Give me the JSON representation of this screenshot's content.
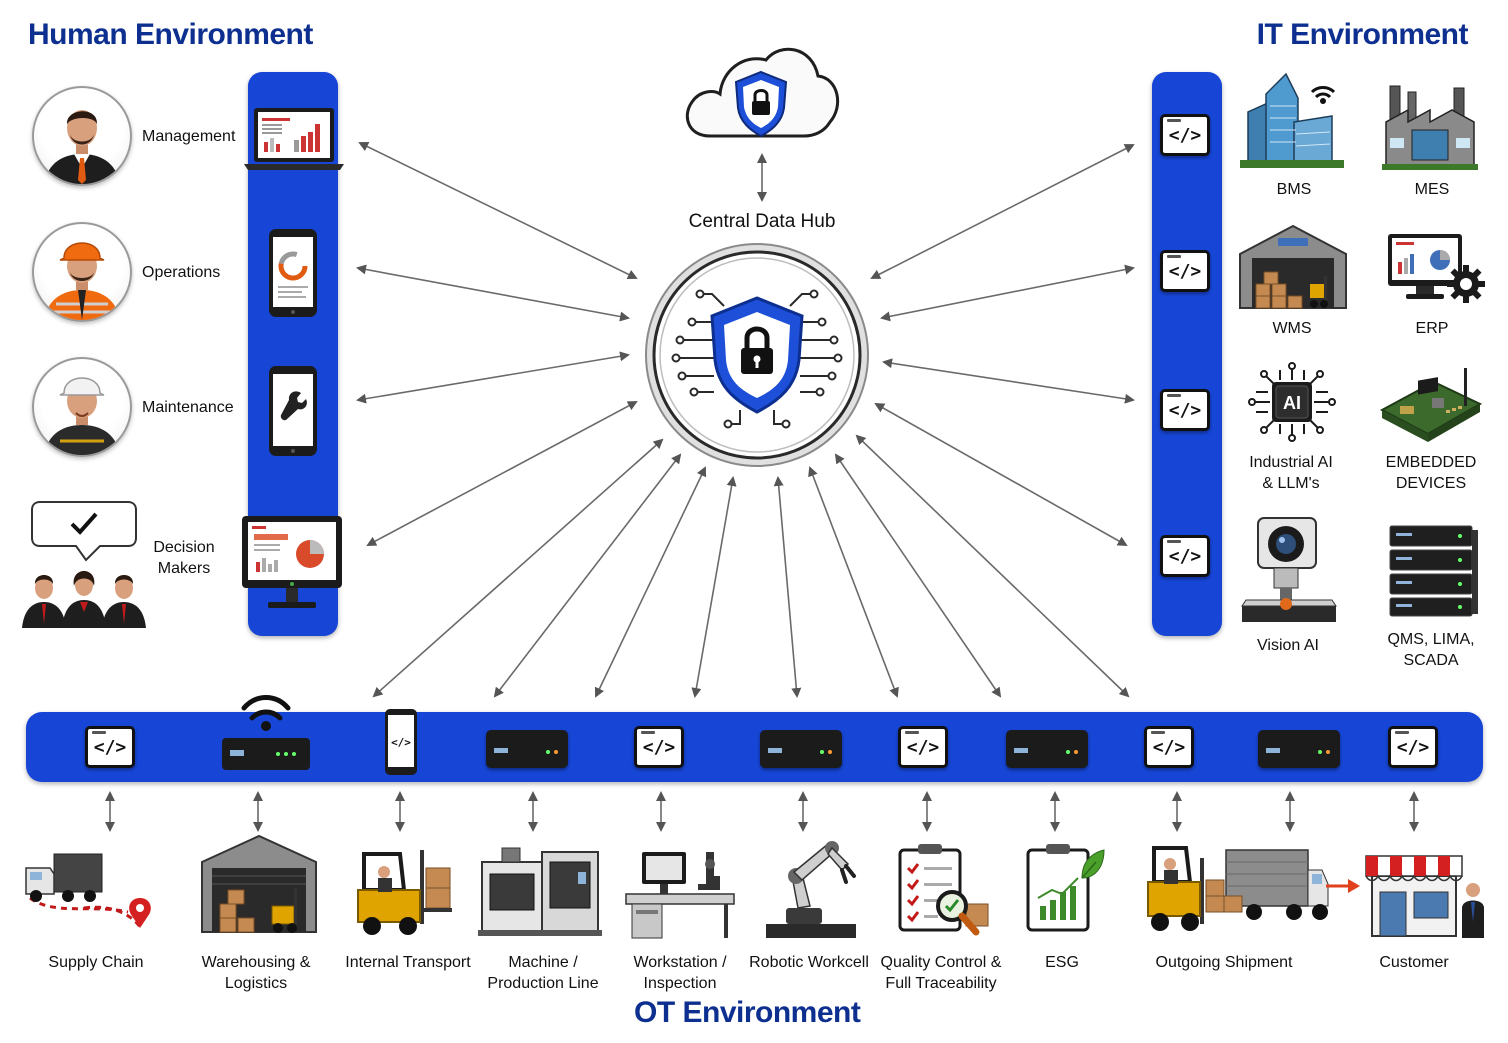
{
  "titles": {
    "human": "Human Environment",
    "it": "IT Environment",
    "ot": "OT Environment"
  },
  "hub": {
    "label": "Central Data Hub",
    "icon": "shield-lock-circuit-icon",
    "cloud_icon": "cloud-shield-lock-icon"
  },
  "human": [
    {
      "label": "Management",
      "device": "laptop-dashboard-icon"
    },
    {
      "label": "Operations",
      "device": "phone-chart-icon"
    },
    {
      "label": "Maintenance",
      "device": "phone-wrench-icon"
    },
    {
      "label_line1": "Decision",
      "label_line2": "Makers",
      "device": "monitor-dashboard-icon"
    }
  ],
  "it": [
    {
      "label": "BMS",
      "icon": "smart-building-icon"
    },
    {
      "label": "MES",
      "icon": "factory-icon"
    },
    {
      "label": "WMS",
      "icon": "warehouse-icon"
    },
    {
      "label": "ERP",
      "icon": "erp-monitor-gear-icon"
    },
    {
      "label_line1": "Industrial AI",
      "label_line2": "& LLM's",
      "icon": "ai-chip-icon"
    },
    {
      "label_line1": "EMBEDDED",
      "label_line2": "DEVICES",
      "icon": "circuit-board-icon"
    },
    {
      "label": "Vision AI",
      "icon": "vision-camera-icon"
    },
    {
      "label_line1": "QMS, LIMA,",
      "label_line2": "SCADA",
      "icon": "server-rack-icon"
    }
  ],
  "code_symbol": "</>",
  "ot": [
    {
      "label_line1": "Supply Chain",
      "label_line2": "",
      "icon": "truck-route-icon",
      "device": "code"
    },
    {
      "label_line1": "Warehousing &",
      "label_line2": "Logistics",
      "icon": "warehouse-forklift-icon",
      "device": "wifi-router"
    },
    {
      "label_line1": "Internal Transport",
      "label_line2": "",
      "icon": "forklift-icon",
      "device": "phone-code"
    },
    {
      "label_line1": "Machine /",
      "label_line2": "Production Line",
      "icon": "cnc-machine-icon",
      "device": "edge-box"
    },
    {
      "label_line1": "Workstation /",
      "label_line2": "Inspection",
      "icon": "workstation-microscope-icon",
      "device": "code"
    },
    {
      "label_line1": "Robotic Workcell",
      "label_line2": "",
      "icon": "robot-arm-icon",
      "device": "edge-box"
    },
    {
      "label_line1": "Quality Control &",
      "label_line2": "Full Traceability",
      "icon": "checklist-magnifier-icon",
      "device": "code"
    },
    {
      "label_line1": "ESG",
      "label_line2": "",
      "icon": "esg-clipboard-leaf-icon",
      "device": "edge-box"
    },
    {
      "label_line1": "Outgoing Shipment",
      "label_line2": "",
      "icon": "forklift-truck-icon",
      "device": "code"
    },
    {
      "label_line1": "",
      "label_line2": "",
      "icon": "",
      "device": "edge-box"
    },
    {
      "label_line1": "Customer",
      "label_line2": "",
      "icon": "storefront-customer-icon",
      "device": "code"
    }
  ],
  "colors": {
    "bar_blue": "#1746d6",
    "title_navy": "#0d2f8f",
    "arrow_gray": "#666666",
    "shield_blue": "#1d4fd8"
  }
}
